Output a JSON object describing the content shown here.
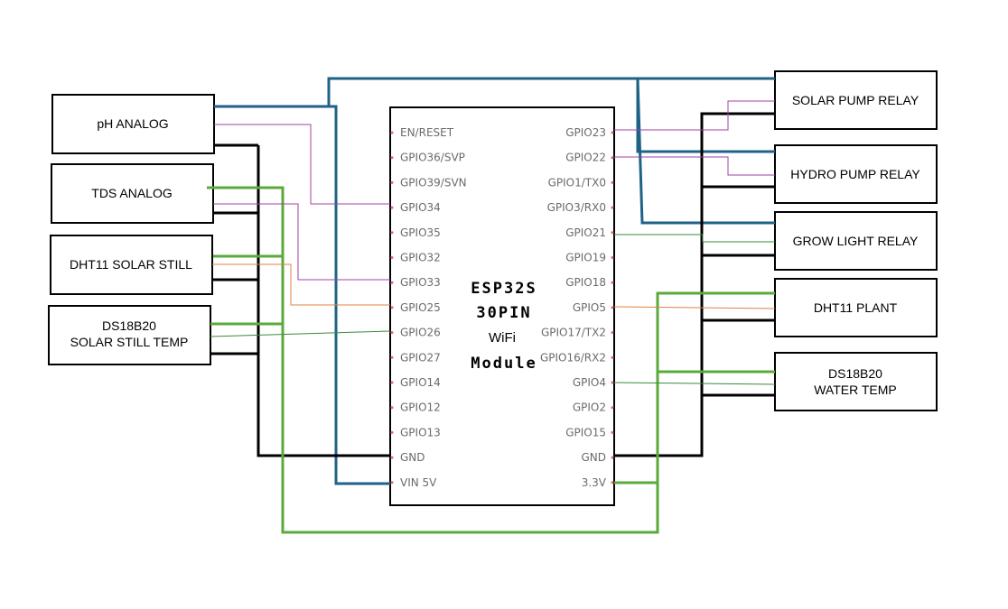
{
  "module": {
    "lines": [
      "ESP32S",
      "30PIN",
      "WiFi",
      "Module"
    ]
  },
  "left_pins": [
    "EN/RESET",
    "GPIO36/SVP",
    "GPIO39/SVN",
    "GPIO34",
    "GPIO35",
    "GPIO32",
    "GPIO33",
    "GPIO25",
    "GPIO26",
    "GPIO27",
    "GPIO14",
    "GPIO12",
    "GPIO13",
    "GND",
    "VIN 5V"
  ],
  "right_pins": [
    "GPIO23",
    "GPIO22",
    "GPIO1/TX0",
    "GPIO3/RX0",
    "GPIO21",
    "GPIO19",
    "GPIO18",
    "GPIO5",
    "GPIO17/TX2",
    "GPIO16/RX2",
    "GPIO4",
    "GPIO2",
    "GPIO15",
    "GND",
    "3.3V"
  ],
  "left_components": [
    {
      "label": "pH ANALOG"
    },
    {
      "label": "TDS ANALOG"
    },
    {
      "label": "DHT11 SOLAR STILL"
    },
    {
      "label": "DS18B20\nSOLAR STILL TEMP"
    }
  ],
  "right_components": [
    {
      "label": "SOLAR PUMP RELAY"
    },
    {
      "label": "HYDRO PUMP RELAY"
    },
    {
      "label": "GROW LIGHT RELAY"
    },
    {
      "label": "DHT11 PLANT"
    },
    {
      "label": "DS18B20\nWATER TEMP"
    }
  ],
  "colors": {
    "power_5v": "#1f6288",
    "ground": "#000000",
    "power_3v3": "#5aaa3c",
    "signal_purple": "#a040a0",
    "signal_orange": "#e08040",
    "signal_green": "#3a8a3a",
    "pin_text": "#6b6b6b"
  }
}
